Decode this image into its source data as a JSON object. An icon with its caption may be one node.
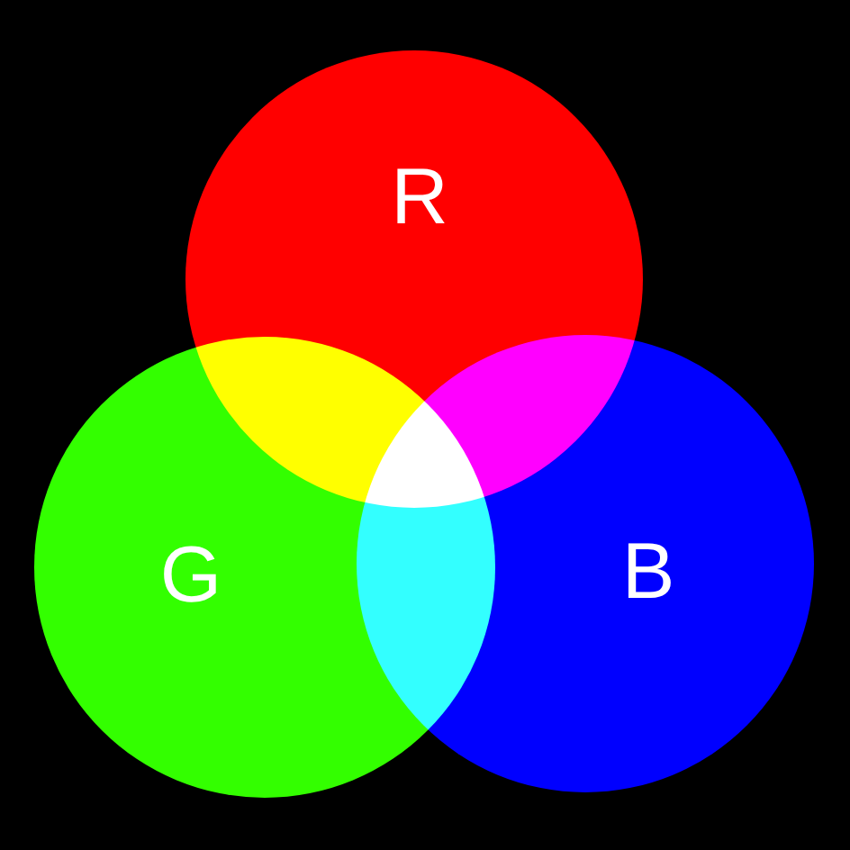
{
  "diagram": {
    "nodes": [
      {
        "text": [
          "R"
        ]
      },
      {
        "text": [
          "G"
        ]
      },
      {
        "text": [
          "B"
        ]
      }
    ]
  }
}
